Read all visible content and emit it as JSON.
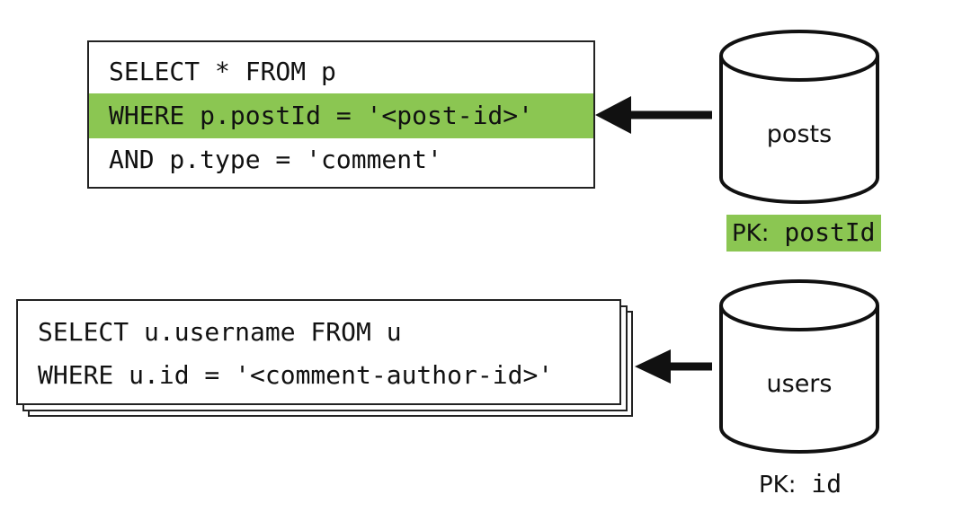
{
  "queries": {
    "comments": {
      "lines": [
        "SELECT * FROM p",
        "WHERE p.postId = '<post-id>'",
        "AND p.type = 'comment'"
      ]
    },
    "author": {
      "lines": [
        "SELECT u.username FROM u",
        "WHERE u.id = '<comment-author-id>'"
      ]
    }
  },
  "containers": {
    "posts": {
      "name": "posts",
      "pk_prefix": "PK:",
      "pk_field": "postId"
    },
    "users": {
      "name": "users",
      "pk_prefix": "PK:",
      "pk_field": "id"
    }
  },
  "colors": {
    "highlight": "#8bc652",
    "stroke": "#111111"
  }
}
